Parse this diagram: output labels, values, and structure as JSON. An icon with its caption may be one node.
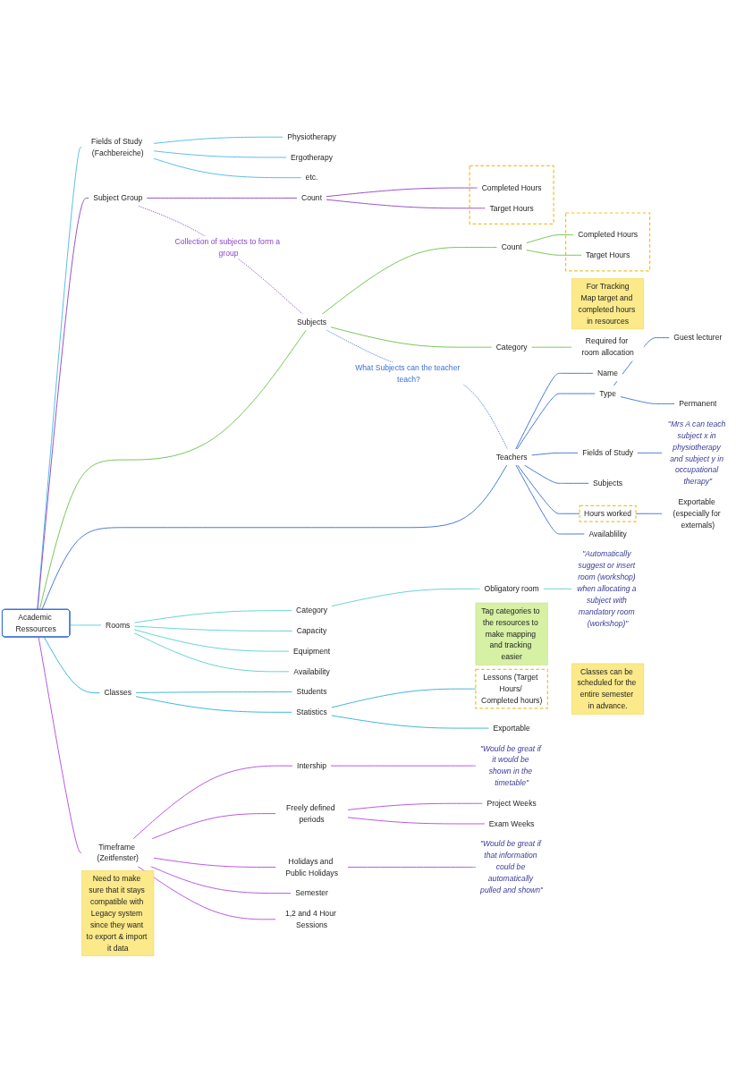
{
  "diagram": {
    "nodes": [
      {
        "text": [
          "Academic Ressources"
        ]
      },
      {
        "text": [
          "Fields of Study (Fachbereiche)"
        ]
      },
      {
        "text": [
          "Physiotherapy"
        ]
      },
      {
        "text": [
          "Ergotherapy"
        ]
      },
      {
        "text": [
          "etc."
        ]
      },
      {
        "text": [
          "Subject Group"
        ]
      },
      {
        "text": [
          "Count"
        ]
      },
      {
        "text": [],
        "shape": "box"
      },
      {
        "text": [
          "Completed Hours"
        ],
        "in": 7
      },
      {
        "text": [
          "Target Hours"
        ],
        "in": 7
      },
      {
        "text": [
          "Subjects"
        ]
      },
      {
        "text": [
          "Count"
        ]
      },
      {
        "text": [],
        "shape": "box"
      },
      {
        "text": [
          "Completed Hours"
        ],
        "in": 12
      },
      {
        "text": [
          "Target Hours"
        ],
        "in": 12
      },
      {
        "text": [
          "Category"
        ]
      },
      {
        "text": [
          "Required for room allocation"
        ]
      },
      {
        "text": [
          "Teachers"
        ]
      },
      {
        "text": [
          "Name"
        ]
      },
      {
        "text": [
          "Type"
        ]
      },
      {
        "text": [
          "Guest lecturer"
        ]
      },
      {
        "text": [
          "Permanent"
        ]
      },
      {
        "text": [
          "Fields of Study"
        ]
      },
      {
        "text": [
          "\"Mrs A can teach subject x in physiotherapy and subject y in occupational therapy\""
        ]
      },
      {
        "text": [
          "Subjects"
        ]
      },
      {
        "text": [
          "Hours worked"
        ]
      },
      {
        "text": [
          "Exportable (especially for externals)"
        ]
      },
      {
        "text": [
          "Availablility"
        ]
      },
      {
        "text": [
          "Rooms"
        ]
      },
      {
        "text": [
          "Category"
        ]
      },
      {
        "text": [
          "Obligatory room"
        ]
      },
      {
        "text": [
          "\"Automatically suggest or insert room (workshop) when allocating a subject with mandatory room (workshop)\""
        ]
      },
      {
        "text": [
          "Capacity"
        ]
      },
      {
        "text": [
          "Equipment"
        ]
      },
      {
        "text": [
          "Availability"
        ]
      },
      {
        "text": [
          "Classes"
        ]
      },
      {
        "text": [
          "Students"
        ]
      },
      {
        "text": [
          "Statistics"
        ]
      },
      {
        "text": [
          "Lessons (Target Hours/ Completed hours)"
        ]
      },
      {
        "text": [
          "Exportable"
        ]
      },
      {
        "text": [
          "Timeframe (Zeitfenster)"
        ]
      },
      {
        "text": [
          "Intership"
        ]
      },
      {
        "text": [
          "\"Would be great if it would be shown in the timetable\""
        ]
      },
      {
        "text": [
          "Freely defined periods"
        ]
      },
      {
        "text": [
          "Project Weeks"
        ]
      },
      {
        "text": [
          "Exam Weeks"
        ]
      },
      {
        "text": [
          "Holidays and Public Holidays"
        ]
      },
      {
        "text": [
          "\"Would be great if that information could be automatically pulled and shown\""
        ]
      },
      {
        "text": [
          "Semester"
        ]
      },
      {
        "text": [
          "1,2 and 4 Hour Sessions"
        ]
      },
      {
        "text": [
          "For Tracking",
          "Map target and completed hours in resources"
        ]
      },
      {
        "text": [
          "Tag categories to the resources to make mapping and tracking easier"
        ]
      },
      {
        "text": [
          "Classes can be scheduled for the entire semester in advance."
        ]
      },
      {
        "text": [
          "Need to make sure that it stays compatible with Legacy system since they want to export & import it data"
        ]
      }
    ],
    "edges": [
      {
        "from": 0,
        "to": 1,
        "arrow": "none",
        "color": "#4cb8e6"
      },
      {
        "from": 1,
        "to": 2,
        "arrow": "none",
        "color": "#4cb8e6"
      },
      {
        "from": 1,
        "to": 3,
        "arrow": "none",
        "color": "#4cb8e6"
      },
      {
        "from": 1,
        "to": 4,
        "arrow": "none",
        "color": "#4cb8e6"
      },
      {
        "from": 0,
        "to": 5,
        "arrow": "none",
        "color": "#8e44c8"
      },
      {
        "from": 5,
        "to": 6,
        "arrow": "none",
        "color": "#8e44c8"
      },
      {
        "from": 6,
        "to": 8,
        "arrow": "none",
        "color": "#8e44c8"
      },
      {
        "from": 6,
        "to": 9,
        "arrow": "none",
        "color": "#8e44c8"
      },
      {
        "from": 5,
        "to": 10,
        "arrow": "none",
        "label": "Collection of subjects to form a group",
        "style": "dashed",
        "color": "#8e44c8"
      },
      {
        "from": 0,
        "to": 10,
        "arrow": "none",
        "color": "#6cc24a"
      },
      {
        "from": 10,
        "to": 11,
        "arrow": "none",
        "color": "#6cc24a"
      },
      {
        "from": 11,
        "to": 13,
        "arrow": "none",
        "color": "#6cc24a"
      },
      {
        "from": 11,
        "to": 14,
        "arrow": "none",
        "color": "#6cc24a"
      },
      {
        "from": 10,
        "to": 15,
        "arrow": "none",
        "color": "#6cc24a"
      },
      {
        "from": 15,
        "to": 16,
        "arrow": "none",
        "color": "#6cc24a"
      },
      {
        "from": 10,
        "to": 17,
        "arrow": "none",
        "label": "What Subjects can the teacher teach?",
        "style": "dashed",
        "color": "#3b6fd4"
      },
      {
        "from": 0,
        "to": 17,
        "arrow": "none",
        "color": "#3b6fd4"
      },
      {
        "from": 17,
        "to": 18,
        "arrow": "none",
        "color": "#3b6fd4"
      },
      {
        "from": 17,
        "to": 19,
        "arrow": "none",
        "color": "#3b6fd4"
      },
      {
        "from": 19,
        "to": 20,
        "arrow": "none",
        "color": "#3b6fd4"
      },
      {
        "from": 19,
        "to": 21,
        "arrow": "none",
        "color": "#3b6fd4"
      },
      {
        "from": 17,
        "to": 22,
        "arrow": "none",
        "color": "#3b6fd4"
      },
      {
        "from": 22,
        "to": 23,
        "arrow": "none",
        "color": "#3b6fd4"
      },
      {
        "from": 17,
        "to": 24,
        "arrow": "none",
        "color": "#3b6fd4"
      },
      {
        "from": 17,
        "to": 25,
        "arrow": "none",
        "color": "#3b6fd4"
      },
      {
        "from": 25,
        "to": 26,
        "arrow": "none",
        "color": "#3b6fd4"
      },
      {
        "from": 17,
        "to": 27,
        "arrow": "none",
        "color": "#3b6fd4"
      },
      {
        "from": 0,
        "to": 28,
        "arrow": "none",
        "color": "#5ccfcf"
      },
      {
        "from": 28,
        "to": 29,
        "arrow": "none",
        "color": "#5ccfcf"
      },
      {
        "from": 29,
        "to": 30,
        "arrow": "none",
        "color": "#5ccfcf"
      },
      {
        "from": 30,
        "to": 31,
        "arrow": "none",
        "color": "#5ccfcf"
      },
      {
        "from": 28,
        "to": 32,
        "arrow": "none",
        "color": "#5ccfcf"
      },
      {
        "from": 28,
        "to": 33,
        "arrow": "none",
        "color": "#5ccfcf"
      },
      {
        "from": 28,
        "to": 34,
        "arrow": "none",
        "color": "#5ccfcf"
      },
      {
        "from": 0,
        "to": 35,
        "arrow": "none",
        "color": "#2fb0d6"
      },
      {
        "from": 35,
        "to": 36,
        "arrow": "none",
        "color": "#2fb0d6"
      },
      {
        "from": 35,
        "to": 37,
        "arrow": "none",
        "color": "#2fb0d6"
      },
      {
        "from": 37,
        "to": 38,
        "arrow": "none",
        "color": "#2fb0d6"
      },
      {
        "from": 37,
        "to": 39,
        "arrow": "none",
        "color": "#2fb0d6"
      },
      {
        "from": 0,
        "to": 40,
        "arrow": "none",
        "color": "#b24be0"
      },
      {
        "from": 40,
        "to": 41,
        "arrow": "none",
        "color": "#b24be0"
      },
      {
        "from": 41,
        "to": 42,
        "arrow": "none",
        "color": "#b24be0"
      },
      {
        "from": 40,
        "to": 43,
        "arrow": "none",
        "color": "#b24be0"
      },
      {
        "from": 43,
        "to": 44,
        "arrow": "none",
        "color": "#b24be0"
      },
      {
        "from": 43,
        "to": 45,
        "arrow": "none",
        "color": "#b24be0"
      },
      {
        "from": 40,
        "to": 46,
        "arrow": "none",
        "color": "#b24be0"
      },
      {
        "from": 46,
        "to": 47,
        "arrow": "none",
        "color": "#b24be0"
      },
      {
        "from": 40,
        "to": 48,
        "arrow": "none",
        "color": "#b24be0"
      },
      {
        "from": 40,
        "to": 49,
        "arrow": "none",
        "color": "#b24be0"
      }
    ]
  }
}
